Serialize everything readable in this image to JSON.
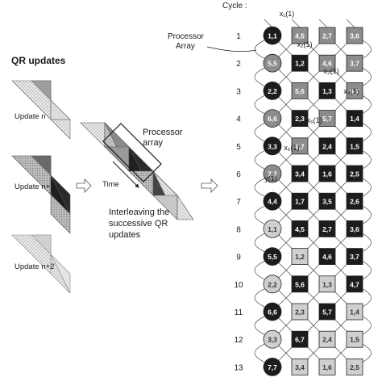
{
  "left_panel": {
    "title": "QR updates",
    "updates": [
      "Update n",
      "Update n+1",
      "Update n+2"
    ]
  },
  "middle_panel": {
    "processor_array_label": [
      "Processor",
      "array"
    ],
    "time_label": "Time",
    "caption": [
      "Interleaving the",
      "successive QR",
      "updates"
    ]
  },
  "right_panel": {
    "cycle_header": "Cycle :",
    "processor_array_label": [
      "Processor",
      "Array"
    ],
    "cycles": [
      "1",
      "2",
      "3",
      "4",
      "5",
      "6",
      "7",
      "8",
      "9",
      "10",
      "11",
      "12",
      "13"
    ],
    "inputs": [
      "x₁(1)",
      "x₂(1)",
      "x₃(1)",
      "x₄(1)",
      "x₅(1)",
      "x₆(1)",
      "y(1)"
    ],
    "rows": [
      {
        "circle": {
          "text": "1,1",
          "shade": "black"
        },
        "squares": [
          {
            "text": "4,5",
            "shade": "gray"
          },
          {
            "text": "2,7",
            "shade": "gray"
          },
          {
            "text": "3,6",
            "shade": "gray"
          }
        ]
      },
      {
        "circle": {
          "text": "5,5",
          "shade": "gray"
        },
        "squares": [
          {
            "text": "1,2",
            "shade": "black"
          },
          {
            "text": "4,6",
            "shade": "gray"
          },
          {
            "text": "3,7",
            "shade": "gray"
          }
        ]
      },
      {
        "circle": {
          "text": "2,2",
          "shade": "black"
        },
        "squares": [
          {
            "text": "5,6",
            "shade": "gray"
          },
          {
            "text": "1,3",
            "shade": "black"
          },
          {
            "text": "6,7",
            "shade": "gray"
          }
        ]
      },
      {
        "circle": {
          "text": "6,6",
          "shade": "gray"
        },
        "squares": [
          {
            "text": "2,3",
            "shade": "black"
          },
          {
            "text": "5,7",
            "shade": "gray"
          },
          {
            "text": "1,4",
            "shade": "black"
          }
        ]
      },
      {
        "circle": {
          "text": "3,3",
          "shade": "black"
        },
        "squares": [
          {
            "text": "6,7",
            "shade": "gray"
          },
          {
            "text": "2,4",
            "shade": "black"
          },
          {
            "text": "1,5",
            "shade": "black"
          }
        ]
      },
      {
        "circle": {
          "text": "7,7",
          "shade": "gray"
        },
        "squares": [
          {
            "text": "3,4",
            "shade": "black"
          },
          {
            "text": "1,6",
            "shade": "black"
          },
          {
            "text": "2,5",
            "shade": "black"
          }
        ]
      },
      {
        "circle": {
          "text": "4,4",
          "shade": "black"
        },
        "squares": [
          {
            "text": "1,7",
            "shade": "black"
          },
          {
            "text": "3,5",
            "shade": "black"
          },
          {
            "text": "2,6",
            "shade": "black"
          }
        ]
      },
      {
        "circle": {
          "text": "1,1",
          "shade": "light"
        },
        "squares": [
          {
            "text": "4,5",
            "shade": "black"
          },
          {
            "text": "2,7",
            "shade": "black"
          },
          {
            "text": "3,6",
            "shade": "black"
          }
        ]
      },
      {
        "circle": {
          "text": "5,5",
          "shade": "black"
        },
        "squares": [
          {
            "text": "1,2",
            "shade": "light"
          },
          {
            "text": "4,6",
            "shade": "black"
          },
          {
            "text": "3,7",
            "shade": "black"
          }
        ]
      },
      {
        "circle": {
          "text": "2,2",
          "shade": "light"
        },
        "squares": [
          {
            "text": "5,6",
            "shade": "black"
          },
          {
            "text": "1,3",
            "shade": "light"
          },
          {
            "text": "4,7",
            "shade": "black"
          }
        ]
      },
      {
        "circle": {
          "text": "6,6",
          "shade": "black"
        },
        "squares": [
          {
            "text": "2,3",
            "shade": "light"
          },
          {
            "text": "5,7",
            "shade": "black"
          },
          {
            "text": "1,4",
            "shade": "light"
          }
        ]
      },
      {
        "circle": {
          "text": "3,3",
          "shade": "light"
        },
        "squares": [
          {
            "text": "6,7",
            "shade": "black"
          },
          {
            "text": "2,4",
            "shade": "light"
          },
          {
            "text": "1,5",
            "shade": "light"
          }
        ]
      },
      {
        "circle": {
          "text": "7,7",
          "shade": "black"
        },
        "squares": [
          {
            "text": "3,4",
            "shade": "light"
          },
          {
            "text": "1,6",
            "shade": "light"
          },
          {
            "text": "2,5",
            "shade": "light"
          }
        ]
      }
    ]
  },
  "colors": {
    "black": "#1c1c1c",
    "gray": "#8c8c8c",
    "light": "#cfcfcf",
    "ink": "#1a1a1a"
  }
}
